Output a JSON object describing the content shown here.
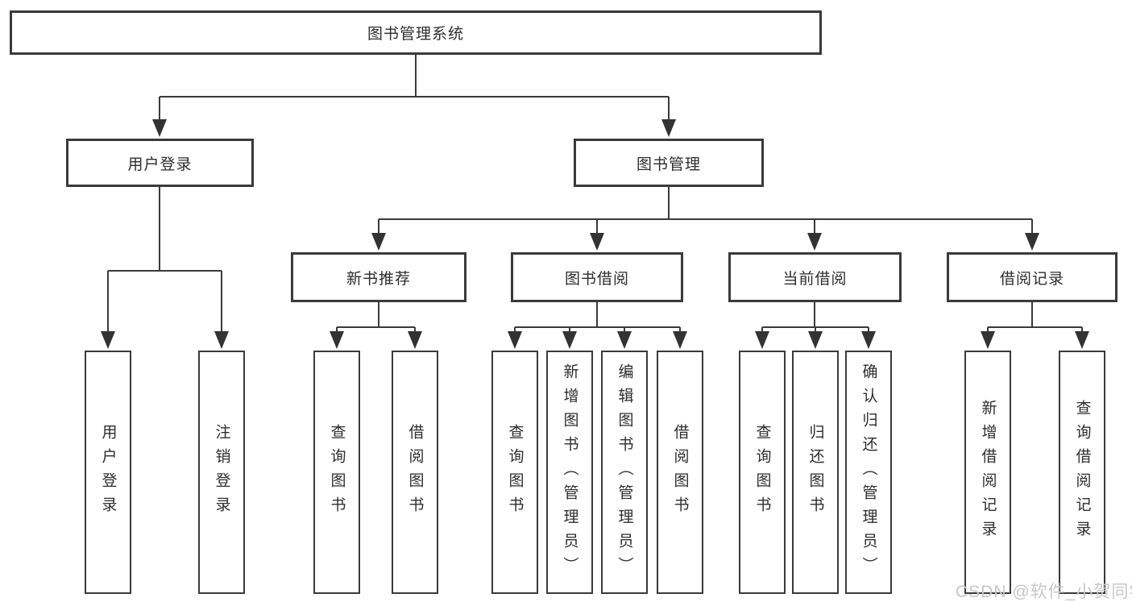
{
  "diagram": {
    "tree": {
      "label": "图书管理系统",
      "children": [
        {
          "label": "用户登录",
          "children": [
            {
              "label": "用户登录"
            },
            {
              "label": "注销登录"
            }
          ]
        },
        {
          "label": "图书管理",
          "children": [
            {
              "label": "新书推荐",
              "children": [
                {
                  "label": "查询图书"
                },
                {
                  "label": "借阅图书"
                }
              ]
            },
            {
              "label": "图书借阅",
              "children": [
                {
                  "label": "查询图书"
                },
                {
                  "label": "新增图书（管理员）"
                },
                {
                  "label": "编辑图书（管理员）"
                },
                {
                  "label": "借阅图书"
                }
              ]
            },
            {
              "label": "当前借阅",
              "children": [
                {
                  "label": "查询图书"
                },
                {
                  "label": "归还图书"
                },
                {
                  "label": "确认归还（管理员）"
                }
              ]
            },
            {
              "label": "借阅记录",
              "children": [
                {
                  "label": "新增借阅记录"
                },
                {
                  "label": "查询借阅记录"
                }
              ]
            }
          ]
        }
      ]
    },
    "line_color": "#3a3a3a",
    "box_background": "#ffffff"
  },
  "watermark": {
    "text": "CSDN @软件_小贺同学"
  }
}
